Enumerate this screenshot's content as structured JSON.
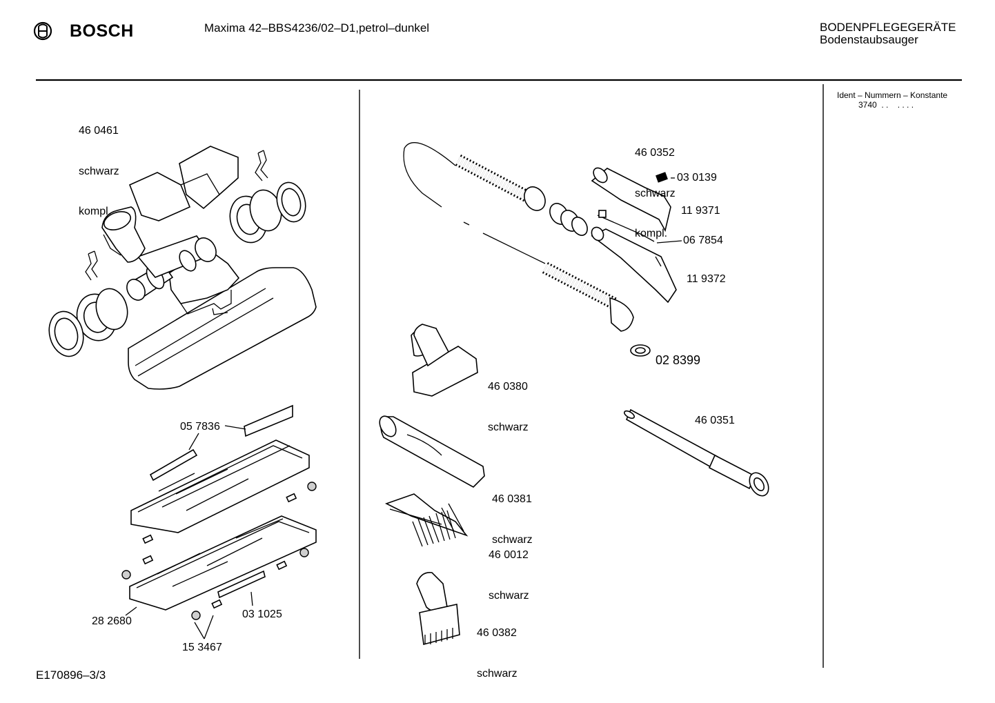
{
  "header": {
    "brand": "BOSCH",
    "model": "Maxima 42–BBS4236/02–D1,petrol–dunkel",
    "category_line1": "BODENPFLEGEGERÄTE",
    "category_line2": "Bodenstaubsauger"
  },
  "ident": {
    "title": "Ident – Nummern – Konstante",
    "value": "3740  . .    . . . ."
  },
  "parts": {
    "p460461": {
      "number": "46 0461",
      "color": "schwarz",
      "note": "kompl."
    },
    "p460352": {
      "number": "46 0352",
      "color": "schwarz",
      "note": "kompl."
    },
    "p030139": {
      "number": "03 0139"
    },
    "p119371": {
      "number": "11 9371"
    },
    "p067854": {
      "number": "06 7854"
    },
    "p119372": {
      "number": "11 9372"
    },
    "p028399": {
      "number": "02 8399"
    },
    "p460380": {
      "number": "46 0380",
      "color": "schwarz"
    },
    "p460351": {
      "number": "46 0351"
    },
    "p460381": {
      "number": "46 0381",
      "color": "schwarz"
    },
    "p460012": {
      "number": "46 0012",
      "color": "schwarz"
    },
    "p460382": {
      "number": "46 0382",
      "color": "schwarz"
    },
    "p057836": {
      "number": "05 7836"
    },
    "p282680": {
      "number": "28 2680"
    },
    "p031025": {
      "number": "03 1025"
    },
    "p153467": {
      "number": "15 3467"
    }
  },
  "footer": {
    "drawing_id": "E170896–3/3"
  }
}
